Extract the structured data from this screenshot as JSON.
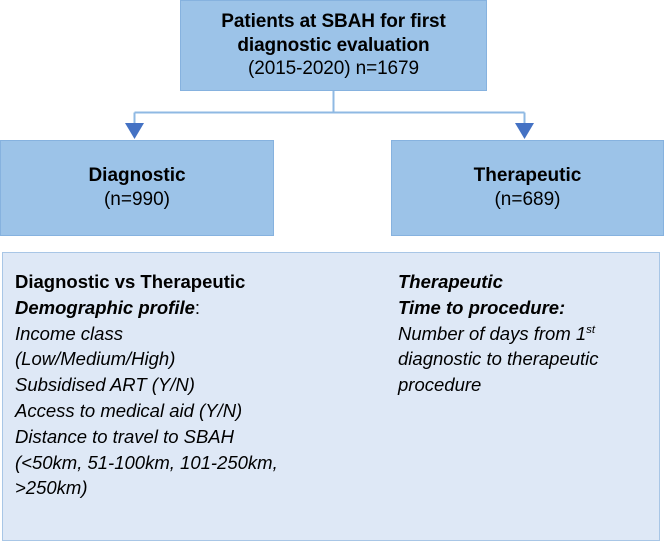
{
  "figure": {
    "type": "flowchart",
    "colors": {
      "box_fill": "#9CC3E8",
      "box_border": "#86B2DF",
      "panel_fill": "#DEE8F6",
      "panel_border": "#A8C6E6",
      "connector_line": "#8FB9E3",
      "arrow_head": "#4472C4",
      "text": "#000000"
    }
  },
  "nodes": {
    "root": {
      "line1": "Patients at SBAH for first",
      "line2": "diagnostic evaluation",
      "line3": "(2015-2020) n=1679"
    },
    "diagnostic": {
      "line1": "Diagnostic",
      "line2": "(n=990)"
    },
    "therapeutic": {
      "line1": "Therapeutic",
      "line2": "(n=689)"
    }
  },
  "detail_panel": {
    "left_column": {
      "heading": "Diagnostic vs Therapeutic",
      "subheading": "Demographic profile",
      "subheading_punct": ":",
      "items": [
        "Income class",
        "(Low/Medium/High)",
        "Subsidised ART (Y/N)",
        "Access to medical aid (Y/N)",
        "Distance to travel to SBAH",
        "(<50km, 51-100km, 101-250km,",
        ">250km)"
      ]
    },
    "right_column": {
      "heading": "Therapeutic",
      "subheading": "Time to procedure:",
      "item_line1_a": "Number of days from 1",
      "item_line1_sup": "st",
      "item_line2": "diagnostic to therapeutic",
      "item_line3": "procedure"
    }
  }
}
